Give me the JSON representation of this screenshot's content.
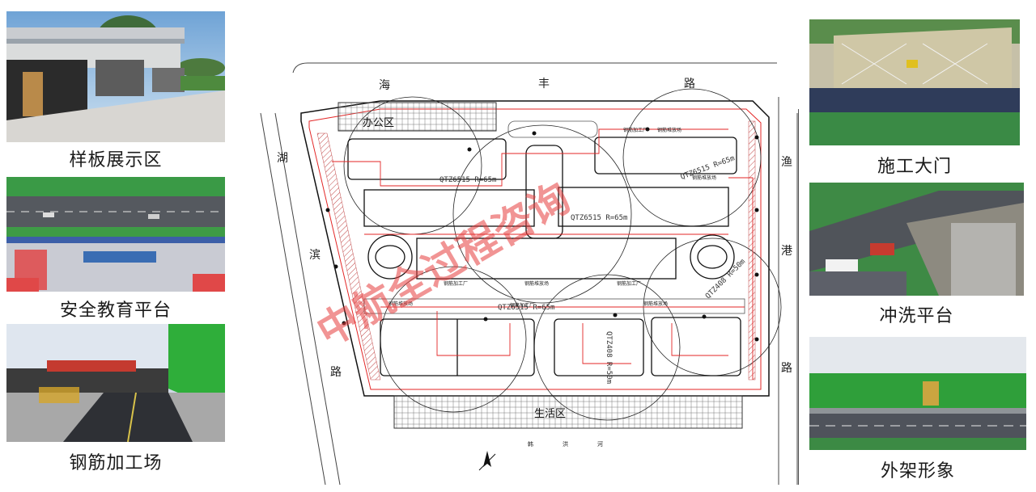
{
  "left_captions": [
    "样板展示区",
    "安全教育平台",
    "钢筋加工场"
  ],
  "right_captions": [
    "施工大门",
    "冲洗平台",
    "外架形象"
  ],
  "site_plan": {
    "roads": {
      "north": [
        "海",
        "丰",
        "路"
      ],
      "west": [
        "湖",
        "滨",
        "路"
      ],
      "east": [
        "渔",
        "港",
        "路"
      ]
    },
    "zones": {
      "office": "办公区",
      "living": "生活区"
    },
    "river": [
      "韩",
      "洪",
      "河"
    ],
    "cranes": [
      "QTZ6515  R=65m",
      "QTZ6515  R=65m",
      "QTZ6515  R=65m",
      "QTZ6515  R=65m",
      "QTZ408  R=50m",
      "QTZ408  R=50m"
    ],
    "small_labels": [
      "钢筋加工厂",
      "钢筋堆放场",
      "钢筋加工厂",
      "钢筋堆放场",
      "钢筋加工厂",
      "钢筋堆放场",
      "钢筋加工厂",
      "钢筋堆放场",
      "钢筋堆放场"
    ],
    "watermark": "中航全过程咨询"
  },
  "colors": {
    "sky": "#8fb8dc",
    "grass": "#3aa845",
    "red_line": "#e32626",
    "road": "#4a4f57"
  }
}
